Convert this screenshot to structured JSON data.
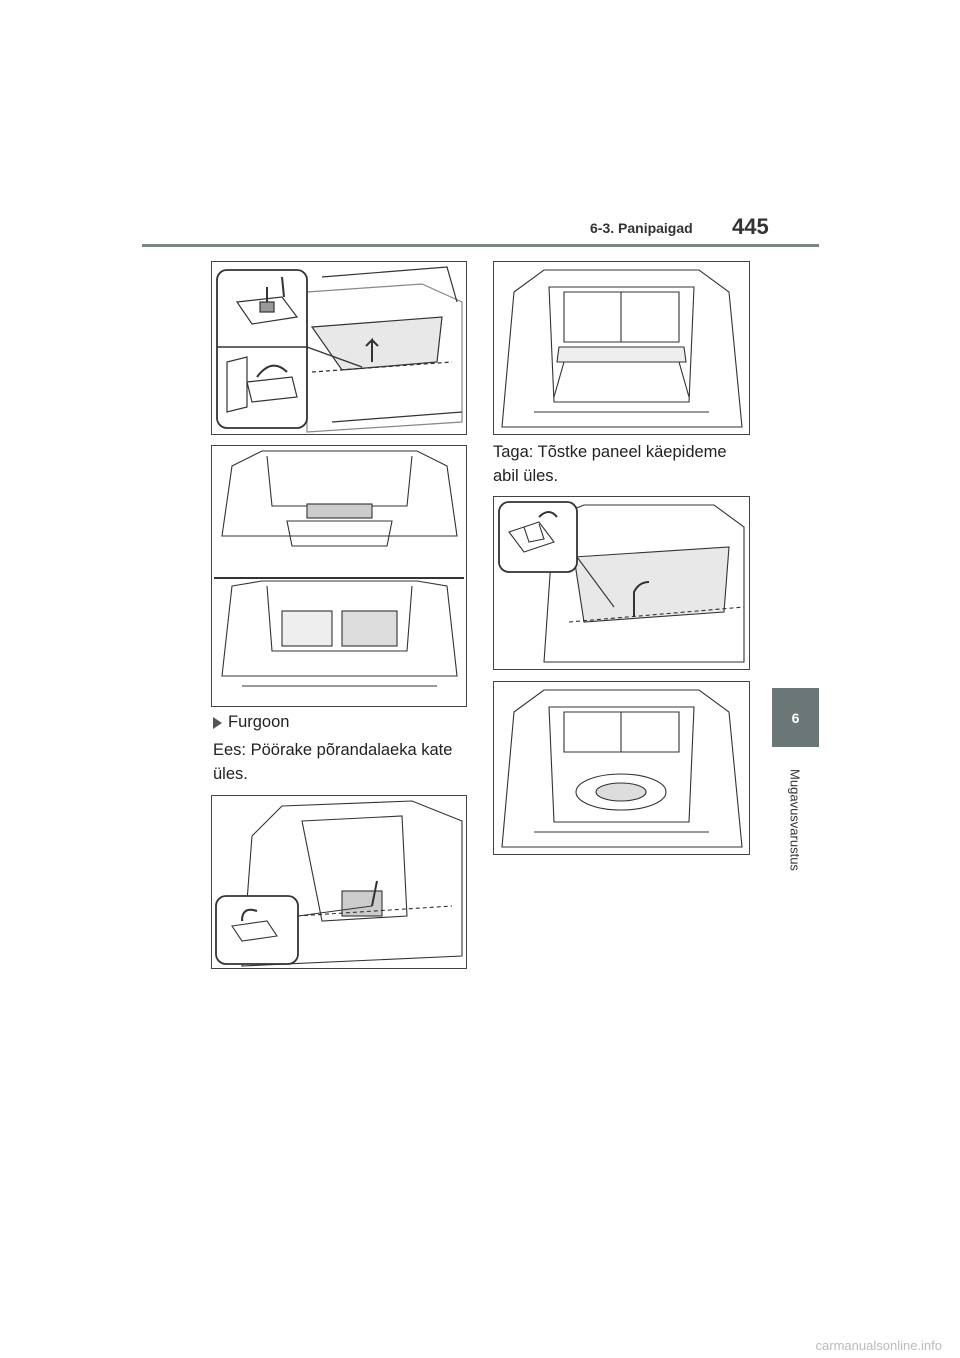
{
  "header": {
    "section_title": "6-3. Panipaigad",
    "page_number": "445"
  },
  "side_tab": {
    "chapter_number": "6",
    "chapter_label": "Mugavusvarustus"
  },
  "content": {
    "bullet_furgoon": "Furgoon",
    "para_ees_line1": "Ees: Pöörake põrandalaeka kate",
    "para_ees_line2": "üles.",
    "para_taga_line1": "Taga: Tõstke paneel käepideme",
    "para_taga_line2": "abil üles."
  },
  "figures": [
    {
      "name": "hatchback-deck-board-lift"
    },
    {
      "name": "hatchback-underfloor-storage"
    },
    {
      "name": "wagon-front-floor-cover"
    },
    {
      "name": "wagon-luggage-area"
    },
    {
      "name": "wagon-rear-panel-lift"
    },
    {
      "name": "wagon-spare-tire-well"
    }
  ],
  "watermark": "carmanualsonline.info",
  "colors": {
    "header_rule": "#7a8585",
    "side_tab": "#6b7676"
  }
}
